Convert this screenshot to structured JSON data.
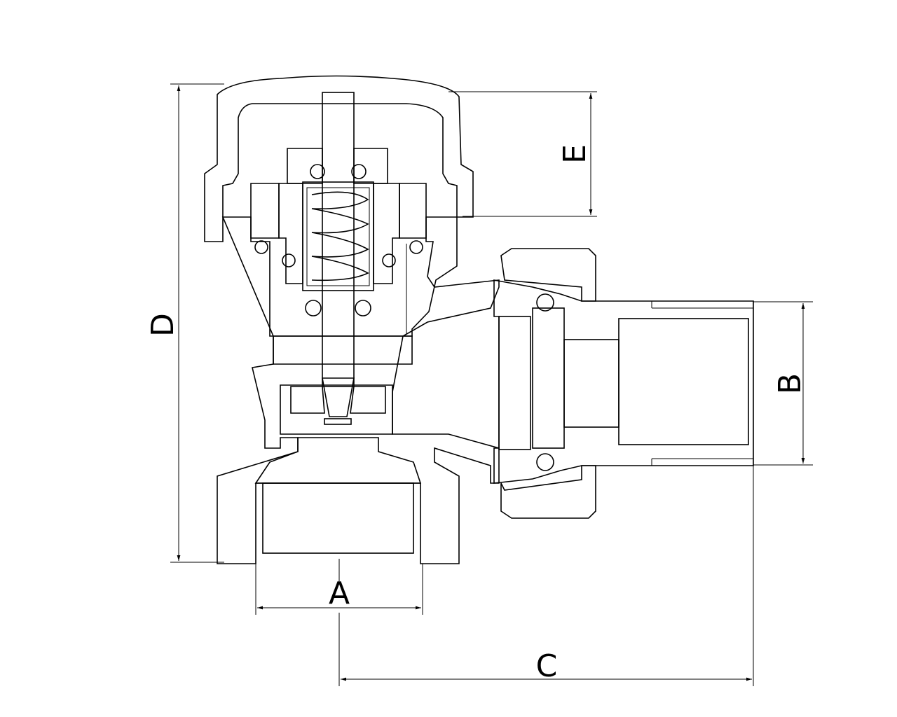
{
  "drawing": {
    "dimensions": {
      "a_label": "A",
      "b_label": "B",
      "c_label": "C",
      "d_label": "D",
      "e_label": "E"
    },
    "colors": {
      "line": "#000000",
      "background": "#ffffff"
    }
  }
}
